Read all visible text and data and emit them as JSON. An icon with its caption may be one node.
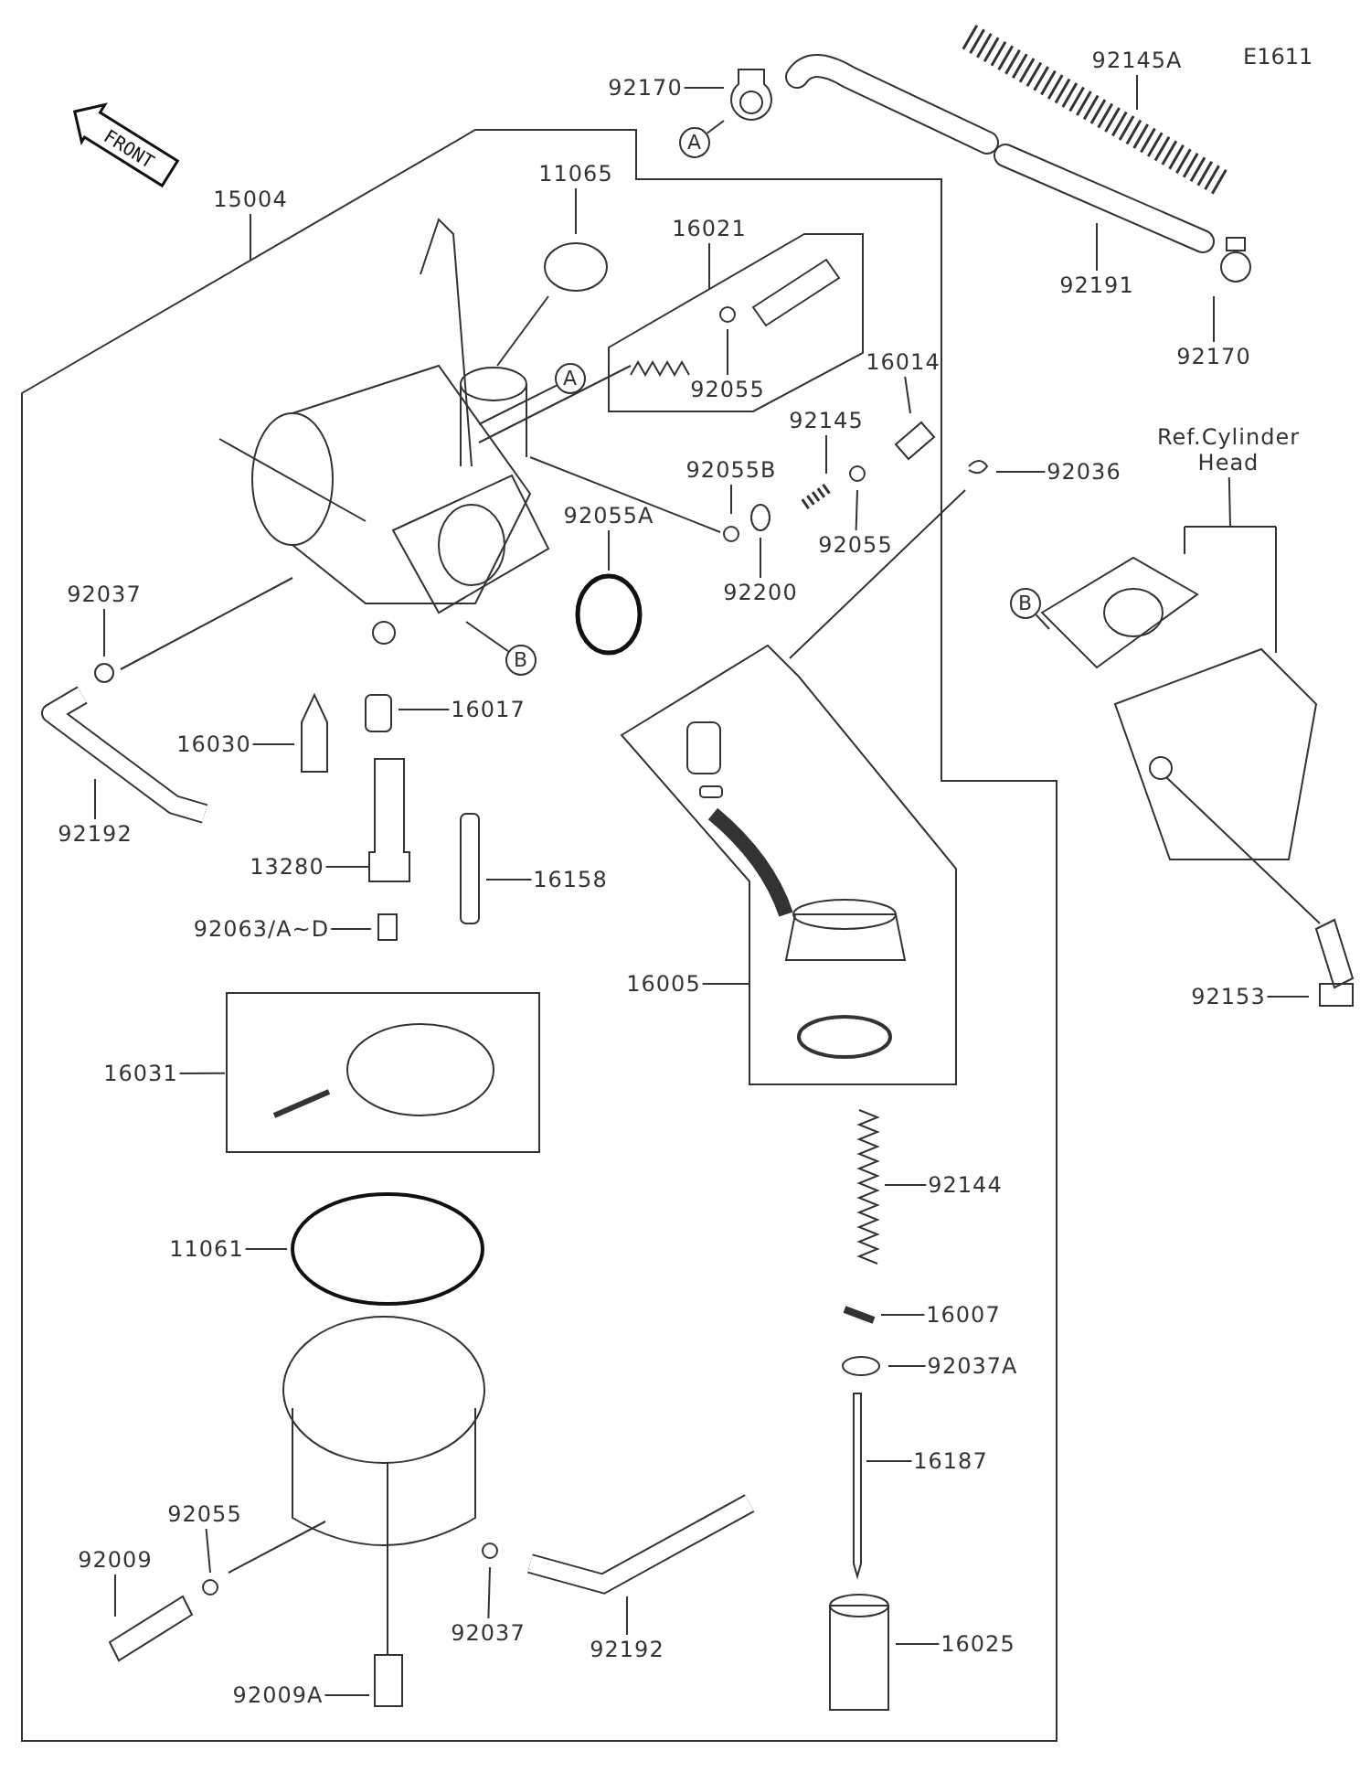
{
  "diagram": {
    "nodes": [
      {
        "text": [
          "92170"
        ]
      },
      {
        "text": [
          "A"
        ]
      },
      {
        "text": [
          "92145A"
        ]
      },
      {
        "text": [
          "15004"
        ]
      },
      {
        "text": [
          "11065"
        ]
      },
      {
        "text": [
          "16021"
        ]
      },
      {
        "text": [
          "A"
        ]
      },
      {
        "text": [
          "92191"
        ]
      },
      {
        "text": [
          "92170"
        ]
      },
      {
        "text": [
          "16014"
        ]
      },
      {
        "text": [
          "92145"
        ]
      },
      {
        "text": [
          "92055B"
        ]
      },
      {
        "text": [
          "92055"
        ]
      },
      {
        "text": [
          "92055"
        ]
      },
      {
        "text": [
          "92036"
        ]
      },
      {
        "text": [
          "Ref.Cylinder Head"
        ]
      },
      {
        "text": [
          "92037"
        ]
      },
      {
        "text": [
          "92055A"
        ]
      },
      {
        "text": [
          "92200"
        ]
      },
      {
        "text": [
          "B"
        ]
      },
      {
        "text": [
          "B"
        ]
      },
      {
        "text": [
          "16017"
        ]
      },
      {
        "text": [
          "16030"
        ]
      },
      {
        "text": [
          "92192"
        ]
      },
      {
        "text": [
          "13280"
        ]
      },
      {
        "text": [
          "16158"
        ]
      },
      {
        "text": [
          "92063/A~D"
        ]
      },
      {
        "text": [
          "16005"
        ]
      },
      {
        "text": [
          "92153"
        ]
      },
      {
        "text": [
          "16031"
        ]
      },
      {
        "text": [
          "92144"
        ]
      },
      {
        "text": [
          "11061"
        ]
      },
      {
        "text": [
          "16007"
        ]
      },
      {
        "text": [
          "92037A"
        ]
      },
      {
        "text": [
          "16187"
        ]
      },
      {
        "text": [
          "92055"
        ]
      },
      {
        "text": [
          "92009"
        ]
      },
      {
        "text": [
          "92037"
        ]
      },
      {
        "text": [
          "92192"
        ]
      },
      {
        "text": [
          "16025"
        ]
      },
      {
        "text": [
          "92009A"
        ]
      },
      {
        "text": [],
        "shape": "box"
      }
    ],
    "edges": [
      {
        "from": 0,
        "to": null,
        "arrow": "none"
      },
      {
        "from": 1,
        "to": null,
        "arrow": "none"
      },
      {
        "from": 2,
        "to": null,
        "arrow": "none"
      },
      {
        "from": 3,
        "to": null,
        "arrow": "none"
      },
      {
        "from": 4,
        "to": null,
        "arrow": "none"
      },
      {
        "from": 5,
        "to": null,
        "arrow": "none"
      },
      {
        "from": null,
        "to": 6,
        "arrow": "none"
      },
      {
        "from": 7,
        "to": null,
        "arrow": "none"
      },
      {
        "from": 8,
        "to": null,
        "arrow": "none"
      },
      {
        "from": 9,
        "to": null,
        "arrow": "none"
      },
      {
        "from": 10,
        "to": null,
        "arrow": "none"
      },
      {
        "from": 11,
        "to": null,
        "arrow": "none"
      },
      {
        "from": 12,
        "to": null,
        "arrow": "none"
      },
      {
        "from": 13,
        "to": null,
        "arrow": "none"
      },
      {
        "from": 14,
        "to": null,
        "arrow": "none"
      },
      {
        "from": 15,
        "to": null,
        "arrow": "none"
      },
      {
        "from": 16,
        "to": null,
        "arrow": "none"
      },
      {
        "from": 17,
        "to": null,
        "arrow": "none"
      },
      {
        "from": 18,
        "to": null,
        "arrow": "none"
      },
      {
        "from": null,
        "to": 19,
        "arrow": "none"
      },
      {
        "from": 20,
        "to": null,
        "arrow": "none"
      },
      {
        "from": 21,
        "to": null,
        "arrow": "none"
      },
      {
        "from": 22,
        "to": null,
        "arrow": "none"
      },
      {
        "from": 23,
        "to": null,
        "arrow": "none"
      },
      {
        "from": 24,
        "to": null,
        "arrow": "none"
      },
      {
        "from": 25,
        "to": null,
        "arrow": "none"
      },
      {
        "from": 26,
        "to": null,
        "arrow": "none"
      },
      {
        "from": 27,
        "to": null,
        "arrow": "none"
      },
      {
        "from": 28,
        "to": null,
        "arrow": "none"
      },
      {
        "from": 29,
        "to": 41,
        "arrow": "none"
      },
      {
        "from": 30,
        "to": null,
        "arrow": "none"
      },
      {
        "from": 31,
        "to": null,
        "arrow": "none"
      },
      {
        "from": 32,
        "to": null,
        "arrow": "none"
      },
      {
        "from": 33,
        "to": null,
        "arrow": "none"
      },
      {
        "from": 34,
        "to": null,
        "arrow": "none"
      },
      {
        "from": 35,
        "to": null,
        "arrow": "none"
      },
      {
        "from": 36,
        "to": null,
        "arrow": "none"
      },
      {
        "from": 37,
        "to": null,
        "arrow": "none"
      },
      {
        "from": 38,
        "to": null,
        "arrow": "none"
      },
      {
        "from": 39,
        "to": null,
        "arrow": "none"
      },
      {
        "from": 40,
        "to": null,
        "arrow": "none"
      }
    ],
    "labels": [
      "FRONT",
      "E1611"
    ]
  }
}
